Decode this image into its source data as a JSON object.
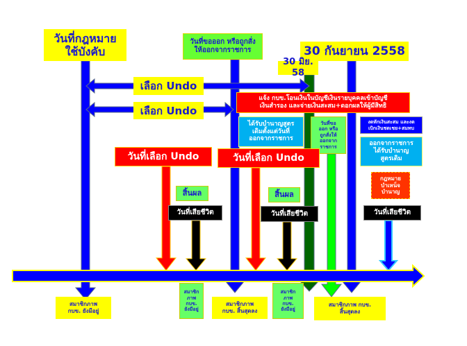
{
  "labels": {
    "law_effective": "วันที่กฎหมาย\nใช้บังคับ",
    "request_leave": "วันที่ขอออก หรือถูกสั่ง\nให้ออกจากราชการ",
    "sep30": "30 กันยายน 2558",
    "jun30": "30 มิย. 58",
    "undo1": "เลือก Undo",
    "undo2": "เลือก Undo",
    "notify": "แจ้ง กบข.โอนเงินในบัญชีเงินรายบุคคลเข้าบัญชี\nเงินสำรอง และจ่ายเงินสะสม+ดอกผลให้ผู้มีสิทธิ",
    "pension_from_leave": "ได้รับบำนาญสูตร\nเดิมตั้งแต่วันที่\nออกจากราชการ",
    "request_leave_small": "วันที่ขอ\nออก หรือ\nถูกสั่งให้\nออกจาก\nราชการ",
    "stop_deduct": "งดหักเงินสะสม และงด\nเบิกเงินชดเชย+สมทบ",
    "leave_old_formula": "ออกจากราชการ\nได้รับบำนาญ\nสูตรเดิม",
    "pension_law": "กฎหมาย\nบำเหน็จ\nบำนาญ",
    "undo_date1": "วันที่เลือก Undo",
    "undo_date2": "วันที่เลือก Undo",
    "void1": "สิ้นผล",
    "void2": "สิ้นผล",
    "death1": "วันที่เสียชีวิต",
    "death2": "วันที่เสียชีวิต",
    "death3": "วันที่เสียชีวิต",
    "member_remain1": "สมาชิกภาพ\nกบข. ยังมีอยู่",
    "member_remain2": "สมาชิก\nภาพ\nกบข.\nยังมีอยู่",
    "member_end1": "สมาชิกภาพ\nกบข. สิ้นสุดลง",
    "member_remain3": "สมาชิก\nภาพ\nกบข.\nยังมีอยู่",
    "member_end2": "สมาชิกภาพ กบข.\nสิ้นสุดลง"
  },
  "colors": {
    "blue": "#0000ff",
    "darkgreen": "#006600",
    "green": "#00ff00",
    "red": "#ff0000",
    "yellow": "#ffff00",
    "black": "#000000"
  }
}
